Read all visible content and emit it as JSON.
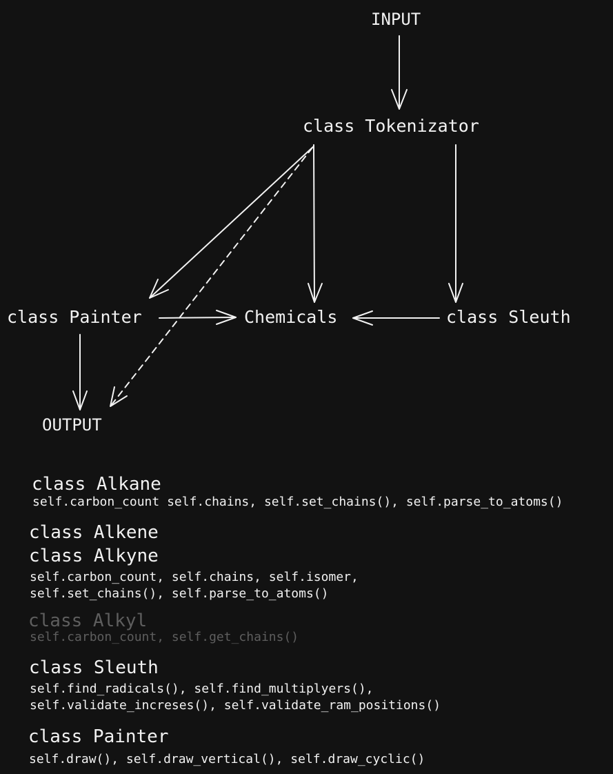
{
  "diagram": {
    "nodes": {
      "input": "INPUT",
      "tokenizator": "class Tokenizator",
      "painter": "class Painter",
      "chemicals": "Chemicals",
      "sleuth": "class Sleuth",
      "output": "OUTPUT"
    }
  },
  "classes": {
    "alkane": {
      "title": "class Alkane",
      "members": "self.carbon_count self.chains, self.set_chains(), self.parse_to_atoms()"
    },
    "alkene": {
      "title": "class Alkene"
    },
    "alkyne": {
      "title": "class Alkyne",
      "members_line1": "self.carbon_count, self.chains, self.isomer,",
      "members_line2": "self.set_chains(), self.parse_to_atoms()"
    },
    "alkyl": {
      "title": "class Alkyl",
      "members": "self.carbon_count, self.get_chains()"
    },
    "sleuth": {
      "title": "class Sleuth",
      "members_line1": "self.find_radicals(), self.find_multiplyers(),",
      "members_line2": "self.validate_increses(), self.validate_ram_positions()"
    },
    "painter": {
      "title": "class Painter",
      "members": "self.draw(), self.draw_vertical(), self.draw_cyclic()"
    }
  },
  "colors": {
    "background": "#121212",
    "foreground": "#f2f2f2",
    "muted": "#5e5e5e"
  }
}
